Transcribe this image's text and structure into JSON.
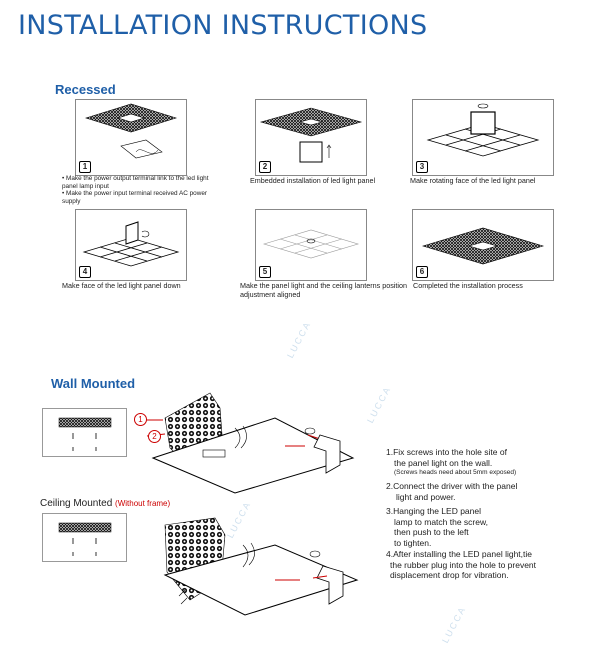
{
  "title": "INSTALLATION INSTRUCTIONS",
  "recessed": {
    "heading": "Recessed",
    "steps": [
      {
        "num": "1",
        "bullets": [
          "Make the power output terminal link to the led light panel lamp input",
          "Make the power input terminal received AC power supply"
        ]
      },
      {
        "num": "2",
        "caption": "Embedded installation of led light panel"
      },
      {
        "num": "3",
        "caption": "Make rotating face of the led light panel"
      },
      {
        "num": "4",
        "caption": "Make face of the led light panel down"
      },
      {
        "num": "5",
        "caption": "Make the panel light and the ceiling lanterns position adjustment aligned"
      },
      {
        "num": "6",
        "caption": "Completed the installation process"
      }
    ]
  },
  "wall": {
    "heading": "Wall Mounted",
    "ceiling_label": "Ceiling Mounted",
    "ceiling_note": "(Without frame)",
    "markers": [
      "1",
      "2"
    ],
    "steps": [
      {
        "line1": "1.Fix screws into the hole site of",
        "line2": "the panel light on the wall.",
        "note": "(Screws heads need about 5mm exposed)"
      },
      {
        "line1": "2.Connect the driver with the panel",
        "line2": "light and power."
      },
      {
        "line1": "3.Hanging the LED panel",
        "line2": "lamp to match the screw,",
        "line3": "then push to the left",
        "line4": "to tighten."
      },
      {
        "line1": "4.After installing the LED panel light,tie",
        "line2": "the rubber plug into the hole to prevent",
        "line3": "displacement drop for vibration."
      }
    ]
  },
  "watermark": "LUCCA",
  "colors": {
    "accent": "#1f5fa8",
    "marker": "#cc0000"
  }
}
